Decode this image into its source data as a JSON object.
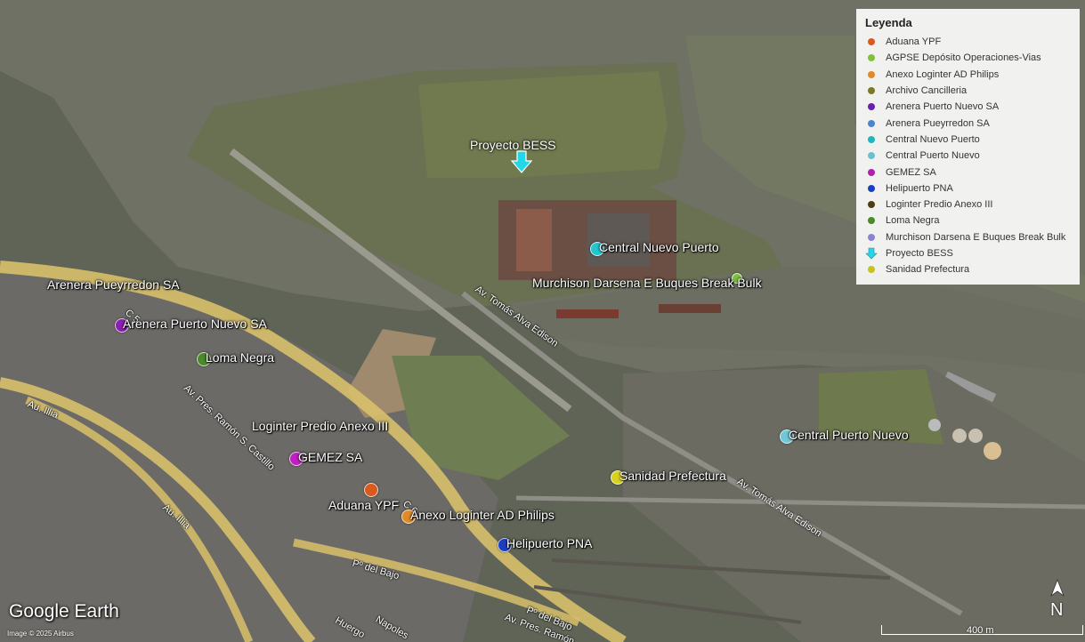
{
  "legend": {
    "title": "Leyenda",
    "items": [
      {
        "label": "Aduana YPF",
        "color": "#d95a1e",
        "icon": "dot"
      },
      {
        "label": "AGPSE Depósito Operaciones-Vias",
        "color": "#7fc23a",
        "icon": "dot"
      },
      {
        "label": "Anexo Loginter AD Philips",
        "color": "#e08a2a",
        "icon": "dot"
      },
      {
        "label": "Archivo Cancilleria",
        "color": "#7a7a2a",
        "icon": "dot"
      },
      {
        "label": "Arenera Puerto Nuevo SA",
        "color": "#6a1fb0",
        "icon": "dot"
      },
      {
        "label": "Arenera Pueyrredon SA",
        "color": "#4a86c8",
        "icon": "dot"
      },
      {
        "label": "Central Nuevo Puerto",
        "color": "#21b6bf",
        "icon": "dot"
      },
      {
        "label": "Central Puerto Nuevo",
        "color": "#6ec0d0",
        "icon": "dot"
      },
      {
        "label": "GEMEZ SA",
        "color": "#b020b0",
        "icon": "dot"
      },
      {
        "label": "Helipuerto PNA",
        "color": "#1c3fc0",
        "icon": "dot"
      },
      {
        "label": "Loginter Predio Anexo III",
        "color": "#4a3e14",
        "icon": "dot"
      },
      {
        "label": "Loma Negra",
        "color": "#4a8a2a",
        "icon": "dot"
      },
      {
        "label": "Murchison Darsena E Buques Break Bulk",
        "color": "#8a84d0",
        "icon": "dot"
      },
      {
        "label": "Proyecto BESS",
        "color": "#22d8e8",
        "icon": "arrow"
      },
      {
        "label": "Sanidad Prefectura",
        "color": "#c8c21e",
        "icon": "dot"
      }
    ]
  },
  "places": {
    "aduana": {
      "label": "Aduana YPF",
      "color": "#d95a1e"
    },
    "anexo_loginter": {
      "label": "Anexo Loginter AD Philips",
      "color": "#e08a2a"
    },
    "arenera_puerto_nuevo": {
      "label": "Arenera Puerto Nuevo SA",
      "color": "#8a1fb0"
    },
    "arenera_pueyrredon": {
      "label": "Arenera Pueyrredon SA",
      "color": "#4a86c8"
    },
    "central_nuevo_puerto": {
      "label": "Central Nuevo Puerto",
      "color": "#21c6cf"
    },
    "central_puerto_nuevo": {
      "label": "Central Puerto Nuevo",
      "color": "#6ec8d8"
    },
    "gemez": {
      "label": "GEMEZ SA",
      "color": "#c020c0"
    },
    "helipuerto": {
      "label": "Helipuerto PNA",
      "color": "#1c3fc0"
    },
    "loginter_predio": {
      "label": "Loginter Predio Anexo III",
      "color": "#4a3e14"
    },
    "loma_negra": {
      "label": "Loma Negra",
      "color": "#4a8a2a"
    },
    "murchison": {
      "label": "Murchison Darsena E Buques Break Bulk",
      "color": "#8a84d0"
    },
    "sanidad": {
      "label": "Sanidad Prefectura",
      "color": "#d8d21e"
    },
    "agpse": {
      "color": "#7fc23a"
    },
    "proyecto_bess": {
      "label": "Proyecto BESS",
      "color": "#22d8e8"
    }
  },
  "roads": {
    "av_tomas_edison_1": "Av. Tomás Alva Edison",
    "av_tomas_edison_2": "Av. Tomás Alva Edison",
    "av_castillo": "Av. Pres. Ramón S. Castillo",
    "illia_1": "Au. Illia",
    "illia_2": "Au. Illia",
    "bajo_1": "Pº del Bajo",
    "bajo_2": "Pº del Bajo",
    "castillo_2": "Av. Pres. Ramón",
    "c5": "C 5",
    "c6": "C 6",
    "huergo": "Huergo",
    "napoles": "Napoles"
  },
  "map": {
    "logo": "Google Earth",
    "credit": "Image © 2025 Airbus",
    "scale_label": "400 m",
    "compass_label": "N"
  }
}
